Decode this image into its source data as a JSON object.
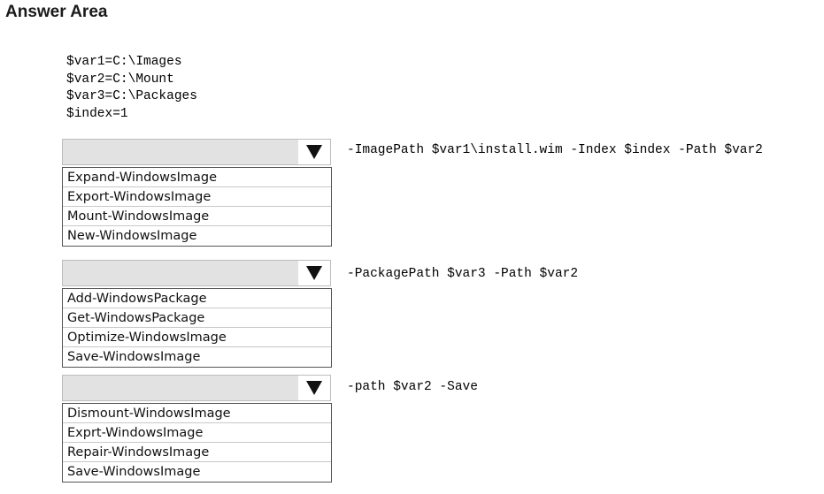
{
  "title": "Answer Area",
  "variables": [
    "$var1=C:\\Images",
    "$var2=C:\\Mount",
    "$var3=C:\\Packages",
    "$index=1"
  ],
  "questions": [
    {
      "selected": "",
      "options": [
        "Expand-WindowsImage",
        "Export-WindowsImage",
        "Mount-WindowsImage",
        "New-WindowsImage"
      ],
      "params": "-ImagePath $var1\\install.wim -Index $index -Path $var2"
    },
    {
      "selected": "",
      "options": [
        "Add-WindowsPackage",
        "Get-WindowsPackage",
        "Optimize-WindowsImage",
        "Save-WindowsImage"
      ],
      "params": "-PackagePath $var3 -Path $var2"
    },
    {
      "selected": "",
      "options": [
        "Dismount-WindowsImage",
        "Exprt-WindowsImage",
        "Repair-WindowsImage",
        "Save-WindowsImage"
      ],
      "params": "-path $var2 -Save"
    }
  ]
}
